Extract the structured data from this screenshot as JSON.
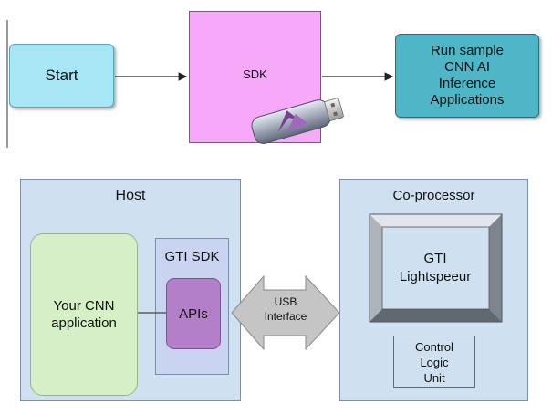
{
  "top_flow": {
    "start": "Start",
    "sdk": "SDK",
    "run": [
      "Run sample",
      "CNN AI",
      "Inference",
      "Applications"
    ]
  },
  "host": {
    "title": "Host",
    "app": [
      "Your CNN",
      "application"
    ],
    "gti_sdk": "GTI SDK",
    "apis": "APIs"
  },
  "usb": [
    "USB",
    "Interface"
  ],
  "coprocessor": {
    "title": "Co-processor",
    "chip": [
      "GTI",
      "Lightspeeur"
    ],
    "control": [
      "Control",
      "Logic",
      "Unit"
    ]
  },
  "colors": {
    "start_fill": "#a6e6f5",
    "sdk_fill": "#f6a9f9",
    "run_fill": "#4eb6c6",
    "panel_fill": "#cfe0f1",
    "app_fill": "#d6efc6",
    "gti_sdk_fill": "#c8d4f0",
    "apis_fill": "#b27fc8",
    "usb_fill": "#c5c5c5"
  }
}
